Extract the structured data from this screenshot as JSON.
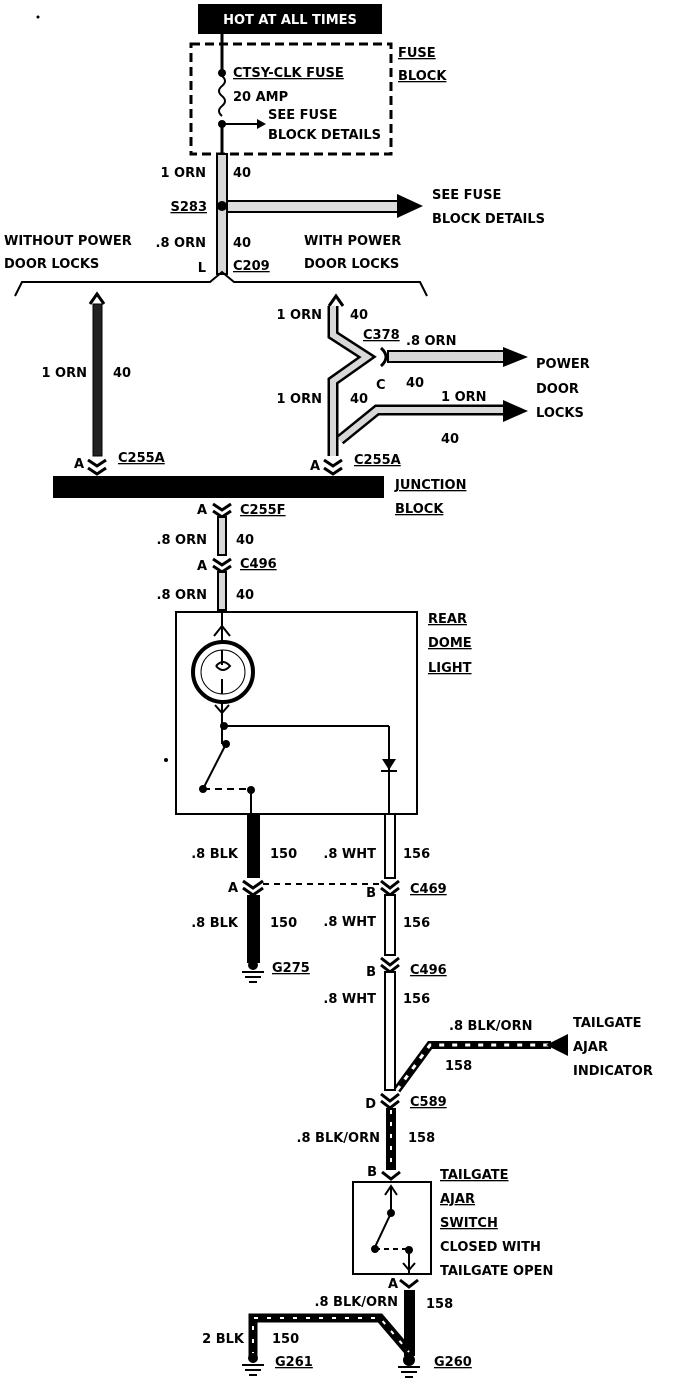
{
  "header": {
    "hot_label": "HOT AT ALL TIMES"
  },
  "fuse_block": {
    "title_line1": "FUSE",
    "title_line2": "BLOCK",
    "fuse_name": "CTSY-CLK FUSE",
    "fuse_rating": "20 AMP",
    "see_details_line1": "SEE FUSE",
    "see_details_line2": "BLOCK DETAILS"
  },
  "splice": {
    "wire_top_size": "1 ORN",
    "wire_top_circuit": "40",
    "splice_id": "S283",
    "see_fuse_line1": "SEE FUSE",
    "see_fuse_line2": "BLOCK DETAILS",
    "wire_mid_size": ".8 ORN",
    "wire_mid_circuit": "40",
    "c209_pin": "L",
    "c209_id": "C209"
  },
  "options": {
    "without_line1": "WITHOUT POWER",
    "without_line2": "DOOR LOCKS",
    "with_line1": "WITH POWER",
    "with_line2": "DOOR LOCKS"
  },
  "left_branch": {
    "wire_size": "1 ORN",
    "circuit": "40",
    "pin": "A",
    "connector": "C255A"
  },
  "right_branch": {
    "wire_top_size": "1 ORN",
    "wire_top_circuit": "40",
    "c378_id": "C378",
    "c378_pin": "C",
    "pdl_wire_size": ".8 ORN",
    "pdl_wire_circuit": "40",
    "pdl_line1": "POWER",
    "pdl_line2": "DOOR",
    "pdl_line3": "LOCKS",
    "lower_wire_size": "1 ORN",
    "lower_wire_circuit": "40",
    "branch_wire_size": "1 ORN",
    "branch_wire_circuit": "40",
    "pin": "A",
    "connector": "C255A"
  },
  "junction_block": {
    "line1": "JUNCTION",
    "line2": "BLOCK"
  },
  "below_junction": {
    "c255f_pin": "A",
    "c255f_id": "C255F",
    "wire1_size": ".8 ORN",
    "wire1_circuit": "40",
    "c496_pin": "A",
    "c496_id": "C496",
    "wire2_size": ".8 ORN",
    "wire2_circuit": "40"
  },
  "dome_light": {
    "line1": "REAR",
    "line2": "DOME",
    "line3": "LIGHT"
  },
  "ground_branch": {
    "wire1_size": ".8 BLK",
    "wire1_circuit": "150",
    "c469_pin_a": "A",
    "wire2_size": ".8 BLK",
    "wire2_circuit": "150",
    "ground_id": "G275"
  },
  "white_branch": {
    "wire1_size": ".8 WHT",
    "wire1_circuit": "156",
    "c469_pin_b": "B",
    "c469_id": "C469",
    "wire2_size": ".8 WHT",
    "wire2_circuit": "156",
    "c496_pin": "B",
    "c496_id": "C496",
    "wire3_size": ".8 WHT",
    "wire3_circuit": "156"
  },
  "tailgate_indicator": {
    "wire_size": ".8 BLK/ORN",
    "wire_circuit": "158",
    "line1": "TAILGATE",
    "line2": "AJAR",
    "line3": "INDICATOR"
  },
  "c589": {
    "pin": "D",
    "id": "C589",
    "wire_size": ".8 BLK/ORN",
    "wire_circuit": "158"
  },
  "tailgate_switch": {
    "pin_top": "B",
    "line1": "TAILGATE",
    "line2": "AJAR",
    "line3": "SWITCH",
    "line4": "CLOSED WITH",
    "line5": "TAILGATE OPEN",
    "pin_bottom": "A"
  },
  "bottom": {
    "wire_bo_size": ".8 BLK/ORN",
    "wire_bo_circuit": "158",
    "wire_blk_size": "2 BLK",
    "wire_blk_circuit": "150",
    "ground_left": "G261",
    "ground_right": "G260"
  }
}
